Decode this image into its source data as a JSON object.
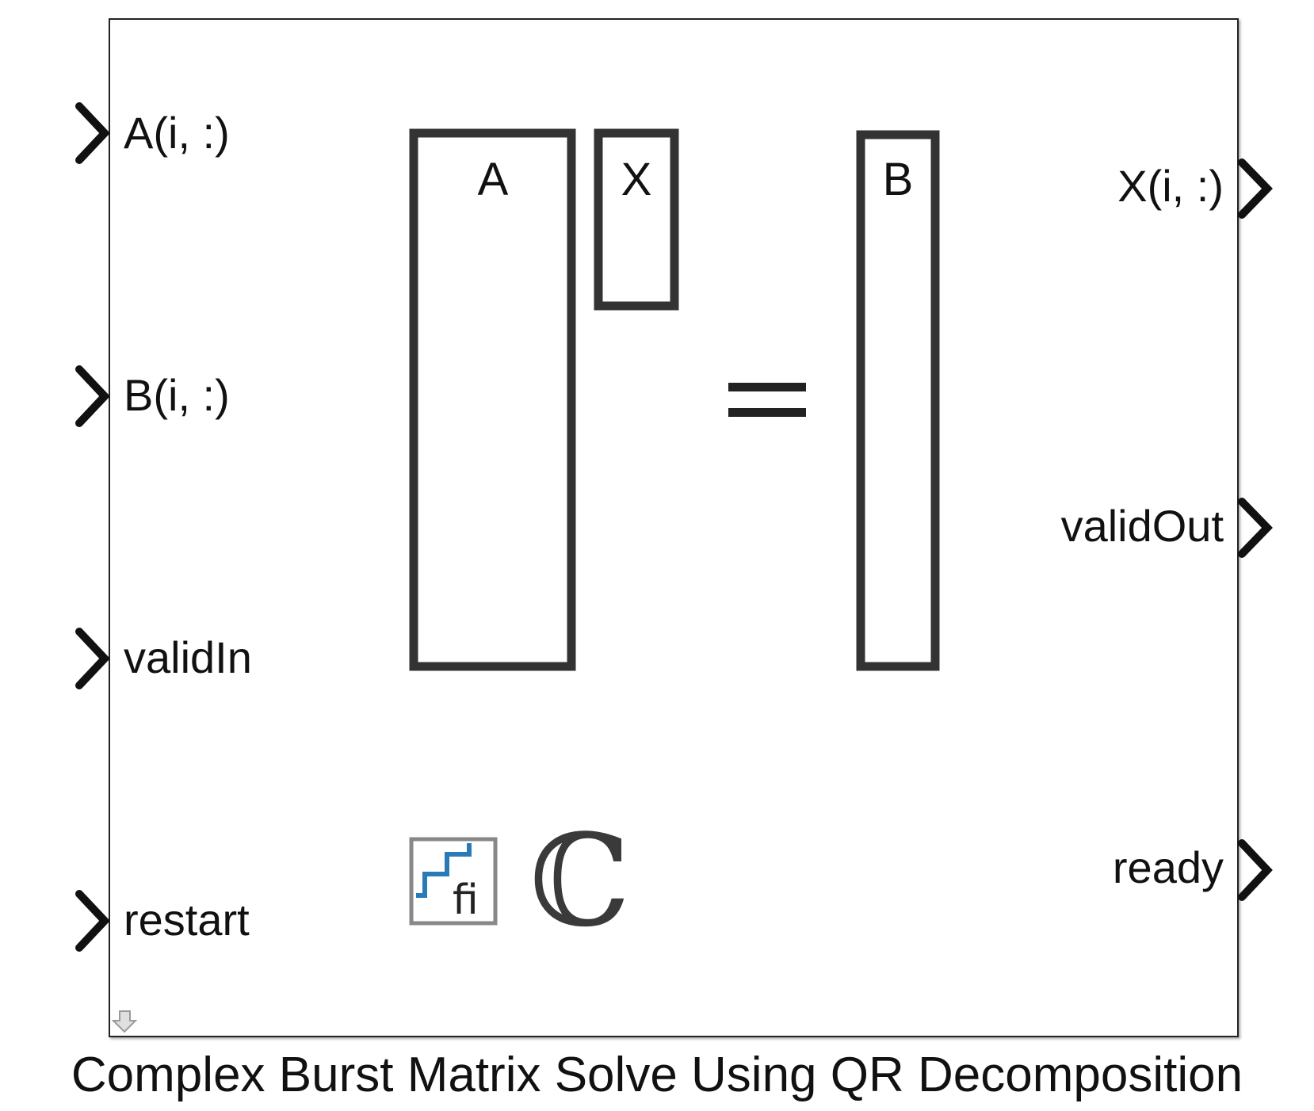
{
  "block": {
    "inputs": [
      {
        "label": "A(i, :)"
      },
      {
        "label": "B(i, :)"
      },
      {
        "label": "validIn"
      },
      {
        "label": "restart"
      }
    ],
    "outputs": [
      {
        "label": "X(i, :)"
      },
      {
        "label": "validOut"
      },
      {
        "label": "ready"
      }
    ],
    "matrix_labels": {
      "a": "A",
      "x": "X",
      "b": "B"
    },
    "complex_symbol": "ℂ",
    "caption": "Complex Burst Matrix Solve Using QR Decomposition"
  },
  "icons": [
    "port-chevron-icon",
    "fixed-point-fi-icon",
    "complex-set-icon",
    "library-link-arrow-icon"
  ],
  "colors": {
    "frame": "#222222",
    "matrix_stroke": "#333333",
    "fi_blue": "#2a7ab8",
    "fi_border": "#888888"
  }
}
